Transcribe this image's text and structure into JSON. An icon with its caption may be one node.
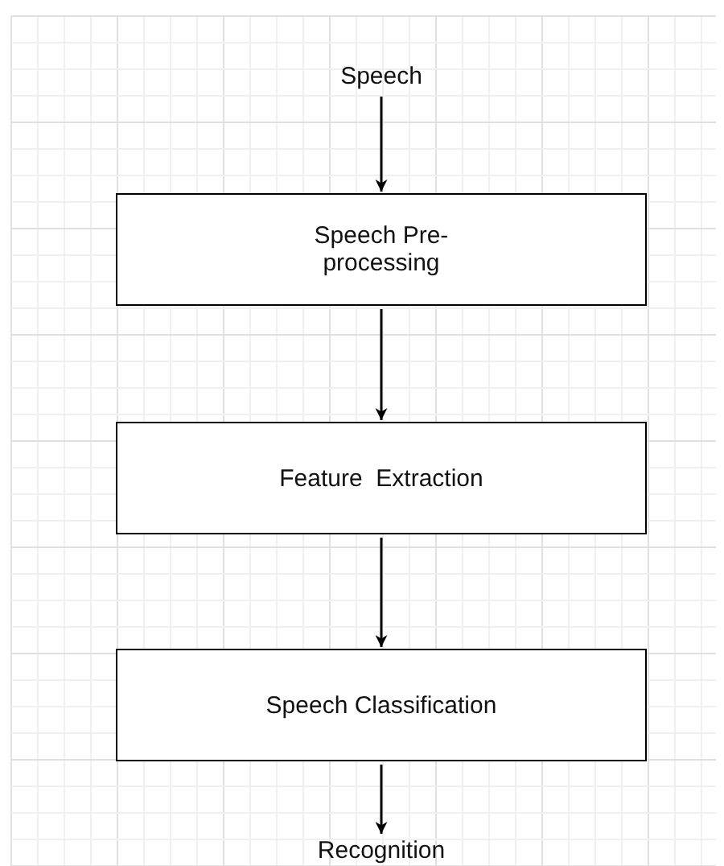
{
  "diagram": {
    "nodes": [
      {
        "text": [
          "Speech"
        ]
      },
      {
        "text": [
          "Speech Pre-processing"
        ]
      },
      {
        "text": [
          "Feature  Extraction"
        ]
      },
      {
        "text": [
          "Speech Classification"
        ]
      },
      {
        "text": [
          "Recognition"
        ]
      }
    ],
    "edges": [
      {
        "from": 0,
        "to": 1,
        "arrow": "to"
      },
      {
        "from": 1,
        "to": 2,
        "arrow": "to"
      },
      {
        "from": 2,
        "to": 3,
        "arrow": "to"
      },
      {
        "from": 3,
        "to": 4,
        "arrow": "to"
      }
    ]
  }
}
